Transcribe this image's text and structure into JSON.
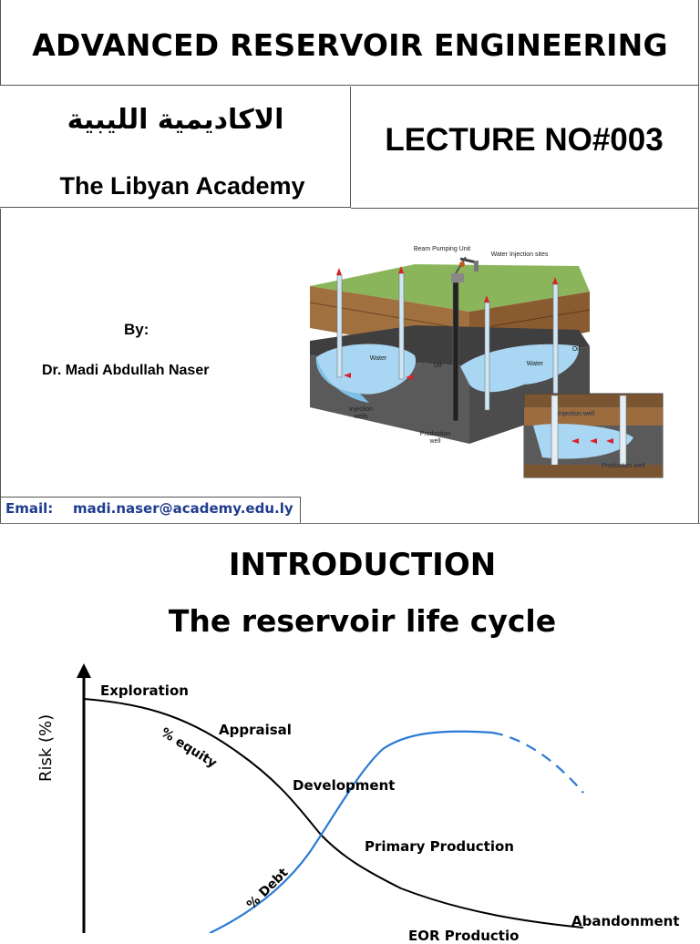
{
  "slide1": {
    "title": "ADVANCED RESERVOIR ENGINEERING",
    "academy_arabic": "الاكاديمية الليبية",
    "academy_english": "The Libyan Academy",
    "lecture": "LECTURE NO#003",
    "by_label": "By:",
    "author": "Dr. Madi Abdullah Naser",
    "email_label": "Email:",
    "email": "madi.naser@academy.edu.ly",
    "diagram": {
      "beam_pumping_unit": "Beam Pumping Unit",
      "water_injection_sites": "Water Injection sites",
      "water_left": "Water",
      "oil_center": "Oil",
      "water_right": "Water",
      "oil_right": "Oil",
      "injection_wells": "Injection wells",
      "production_well": "Production well",
      "inset_injection_well": "Injection well",
      "inset_production_well": "Production well"
    }
  },
  "slide2": {
    "heading": "INTRODUCTION",
    "subheading": "The reservoir life cycle",
    "y_axis_label": "Risk (%)",
    "stages": {
      "exploration": "Exploration",
      "appraisal": "Appraisal",
      "development": "Development",
      "primary_production": "Primary Production",
      "abandonment": "Abandonment",
      "eor_production": "EOR Productio"
    },
    "curve_labels": {
      "equity": "% equity",
      "debt": "% Debt"
    },
    "colors": {
      "equity_curve": "#000000",
      "debt_curve": "#2a7ad5"
    }
  }
}
